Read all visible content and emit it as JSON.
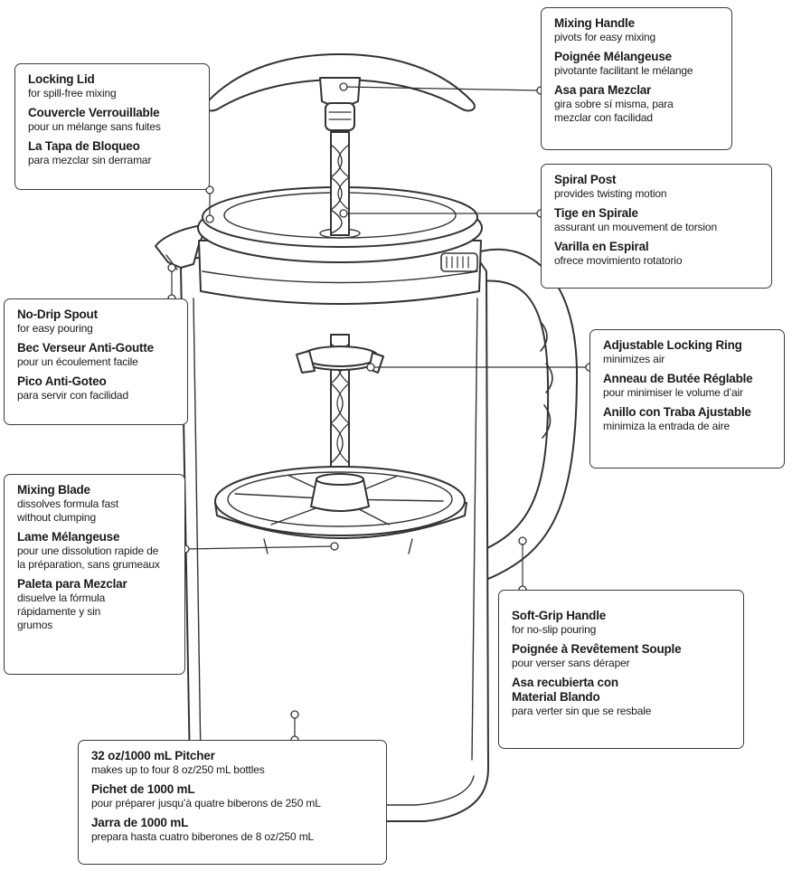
{
  "callouts": {
    "mixing_handle": [
      {
        "title": "Mixing Handle",
        "desc": "pivots for easy mixing"
      },
      {
        "title": "Poignée Mélangeuse",
        "desc": "pivotante facilitant le mélange"
      },
      {
        "title": "Asa para Mezclar",
        "desc": "gira sobre sí misma, para mezclar con facilidad"
      }
    ],
    "locking_lid": [
      {
        "title": "Locking Lid",
        "desc": "for spill-free mixing"
      },
      {
        "title": "Couvercle Verrouillable",
        "desc": "pour un mélange sans fuites"
      },
      {
        "title": "La Tapa de Bloqueo",
        "desc": "para mezclar sin derramar"
      }
    ],
    "spiral_post": [
      {
        "title": "Spiral Post",
        "desc": "provides twisting motion"
      },
      {
        "title": "Tige en Spirale",
        "desc": "assurant un mouvement de torsion"
      },
      {
        "title": "Varilla en Espiral",
        "desc": "ofrece movimiento rotatorio"
      }
    ],
    "no_drip_spout": [
      {
        "title": "No-Drip Spout",
        "desc": "for easy pouring"
      },
      {
        "title": "Bec Verseur Anti-Goutte",
        "desc": "pour un écoulement facile"
      },
      {
        "title": "Pico Anti-Goteo",
        "desc": "para servir con facilidad"
      }
    ],
    "locking_ring": [
      {
        "title": "Adjustable Locking Ring",
        "desc": "minimizes air"
      },
      {
        "title": "Anneau de Butée Réglable",
        "desc": "pour minimiser le volume d’air"
      },
      {
        "title": "Anillo con Traba Ajustable",
        "desc": "minimiza la entrada de aire"
      }
    ],
    "mixing_blade": [
      {
        "title": "Mixing Blade",
        "desc": "dissolves formula fast without clumping"
      },
      {
        "title": "Lame Mélangeuse",
        "desc": "pour une dissolution rapide de la préparation, sans grumeaux"
      },
      {
        "title": "Paleta para Mezclar",
        "desc": "disuelve la fórmula rápidamente y sin grumos"
      }
    ],
    "soft_grip_handle": [
      {
        "title": "Soft-Grip Handle",
        "desc": "for no-slip pouring"
      },
      {
        "title": "Poignée à Revêtement Souple",
        "desc": "pour verser sans déraper"
      },
      {
        "title": "Asa recubierta con Material Blando",
        "desc": "para verter sin que se resbale"
      }
    ],
    "pitcher": [
      {
        "title": "32 oz/1000 mL Pitcher",
        "desc": "makes up to four 8 oz/250 mL bottles"
      },
      {
        "title": "Pichet de 1000 mL",
        "desc": "pour préparer jusqu’à quatre biberons de 250 mL"
      },
      {
        "title": "Jarra de 1000 mL",
        "desc": "prepara hasta cuatro biberones de 8 oz/250 mL"
      }
    ]
  }
}
